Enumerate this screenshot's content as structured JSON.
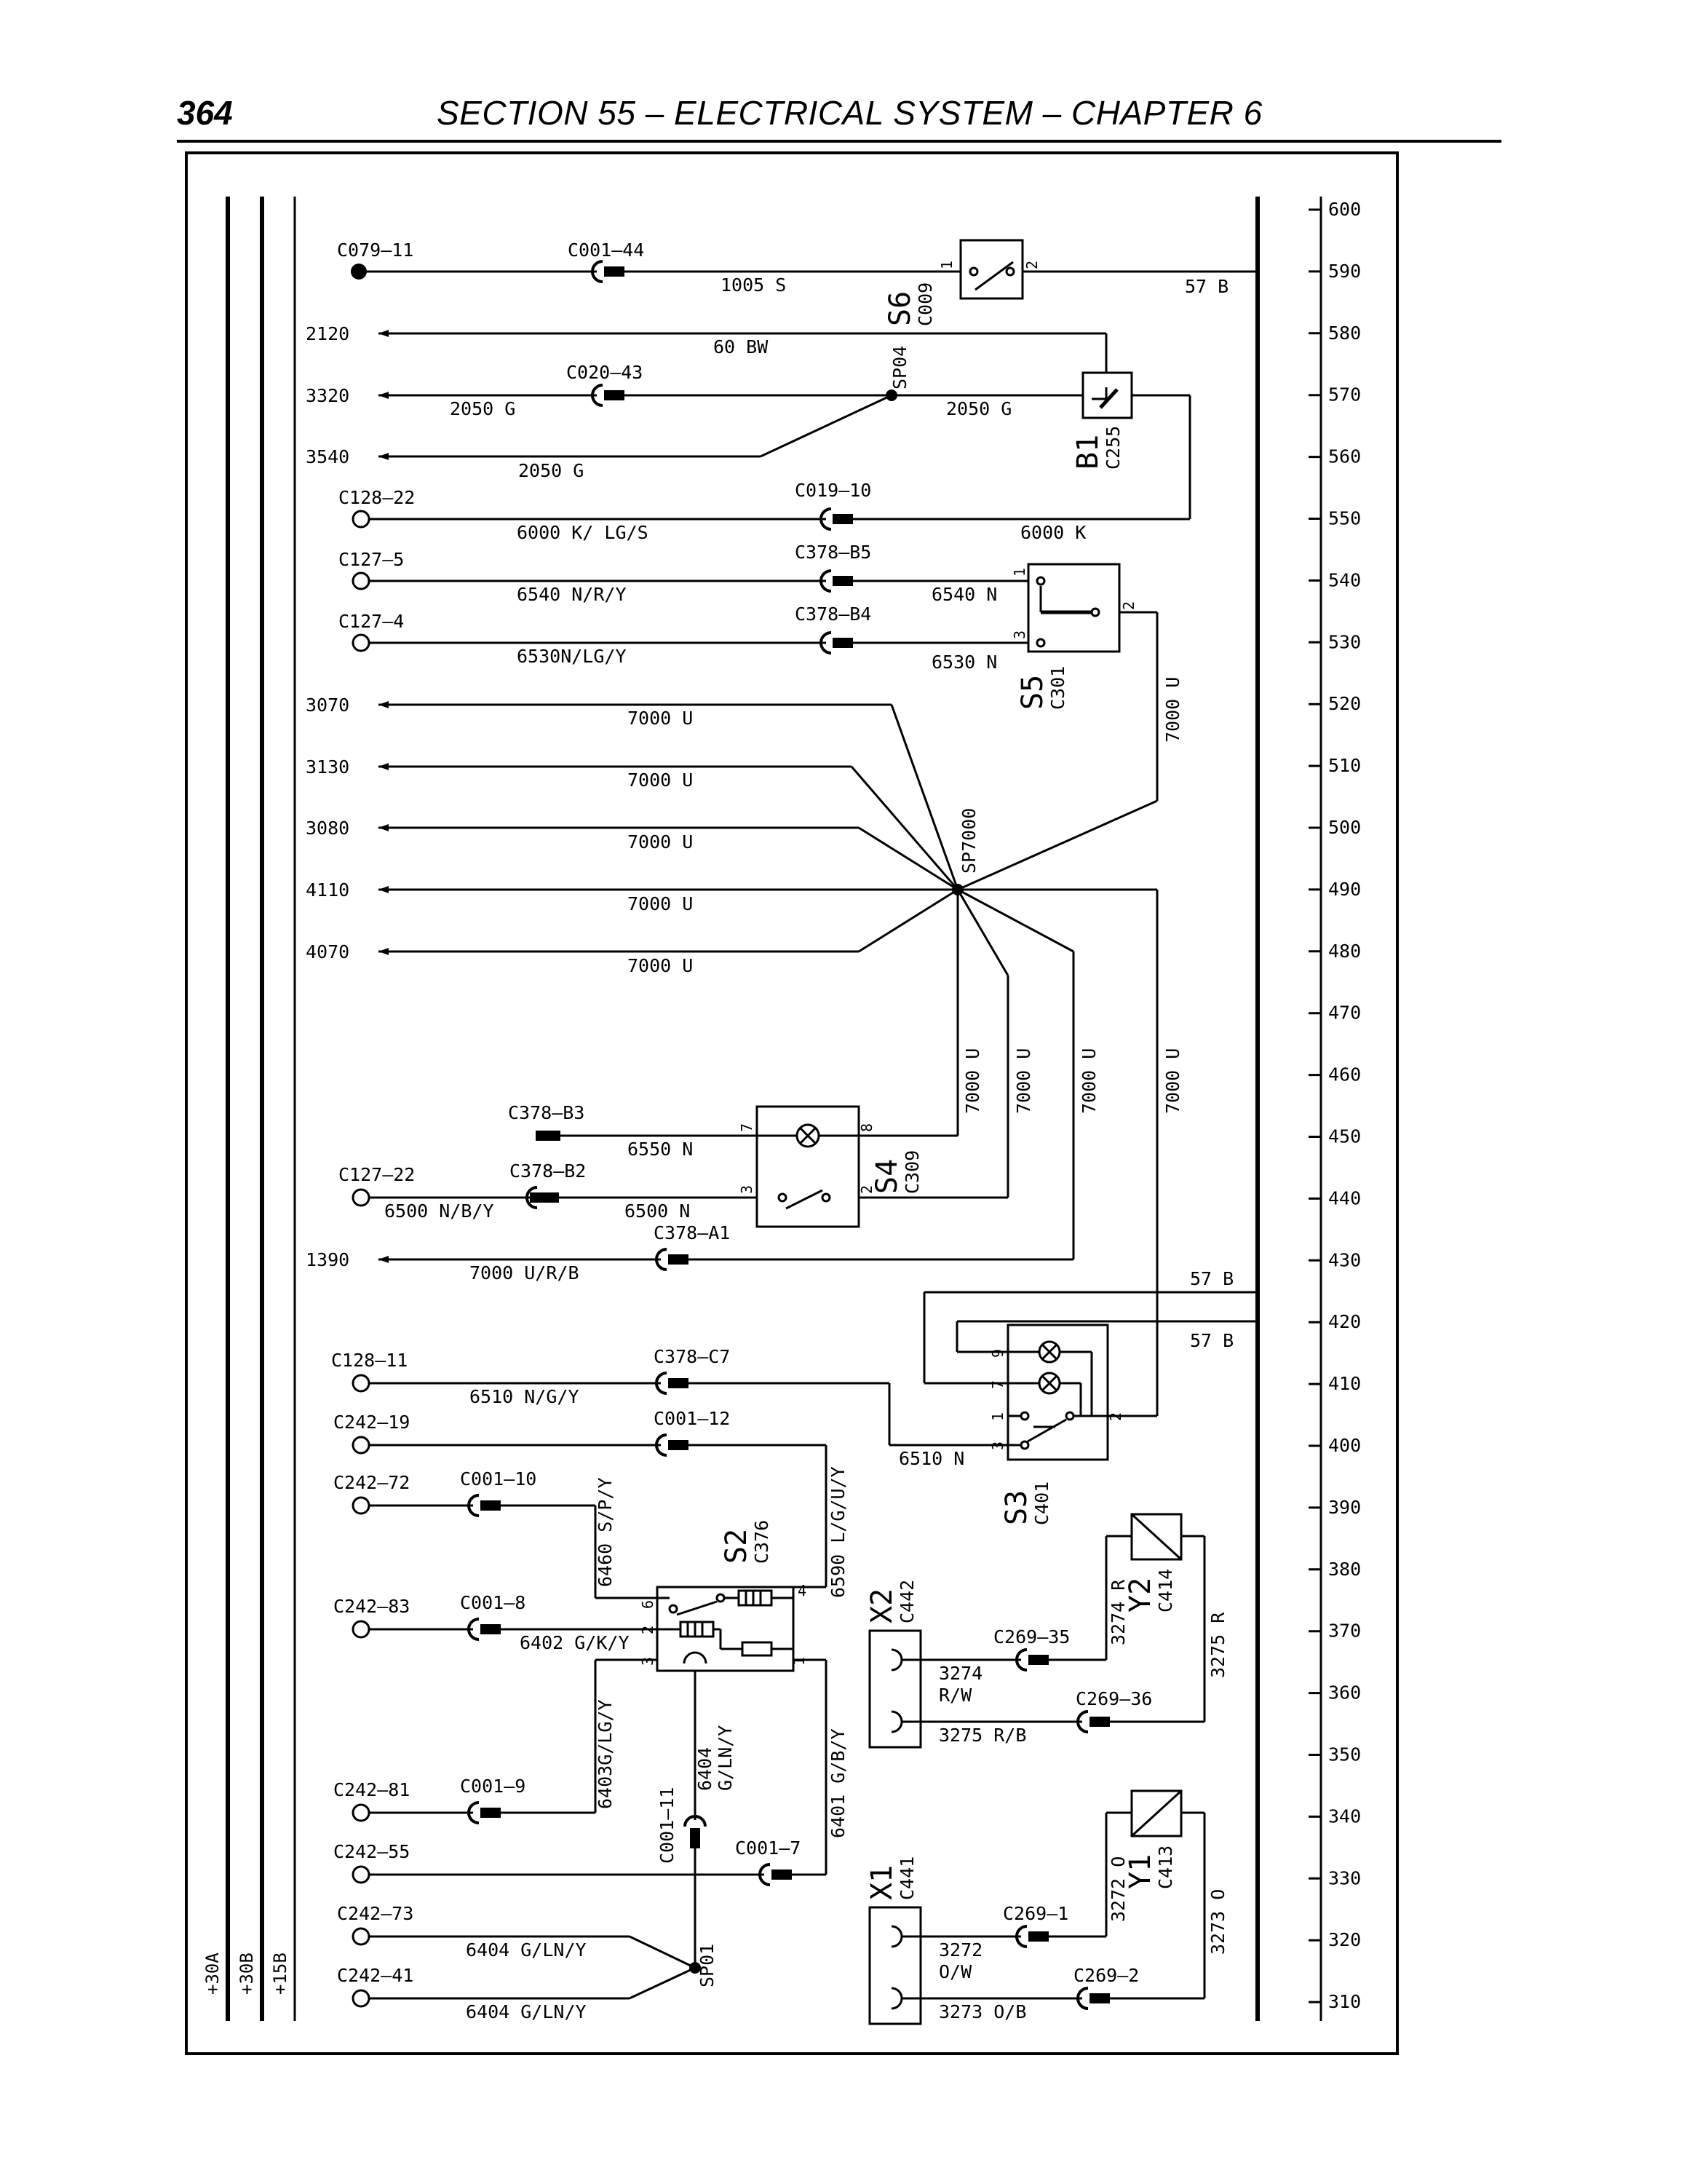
{
  "header": {
    "page_number": "364",
    "title": "SECTION 55 – ELECTRICAL SYSTEM – CHAPTER 6"
  },
  "rails": [
    "+30A",
    "+30B",
    "+15B"
  ],
  "scale_ticks": [
    "600",
    "590",
    "580",
    "570",
    "560",
    "550",
    "540",
    "530",
    "520",
    "510",
    "500",
    "490",
    "480",
    "470",
    "460",
    "450",
    "440",
    "430",
    "420",
    "410",
    "400",
    "390",
    "380",
    "370",
    "360",
    "350",
    "340",
    "330",
    "320",
    "310"
  ],
  "refs": {
    "r2120": "2120",
    "r3320": "3320",
    "r3540": "3540",
    "r3070": "3070",
    "r3130": "3130",
    "r3080": "3080",
    "r4110": "4110",
    "r4070": "4070",
    "r1390": "1390"
  },
  "connectors": {
    "c079_11": "C079–11",
    "c001_44": "C001–44",
    "c020_43": "C020–43",
    "c128_22": "C128–22",
    "c019_10": "C019–10",
    "c127_5": "C127–5",
    "c378_b5": "C378–B5",
    "c127_4": "C127–4",
    "c378_b4": "C378–B4",
    "c378_b3": "C378–B3",
    "c127_22": "C127–22",
    "c378_b2": "C378–B2",
    "c378_a1": "C378–A1",
    "c128_11": "C128–11",
    "c378_c7": "C378–C7",
    "c242_19": "C242–19",
    "c001_12": "C001–12",
    "c242_72": "C242–72",
    "c001_10": "C001–10",
    "c242_83": "C242–83",
    "c001_8": "C001–8",
    "c242_81": "C242–81",
    "c001_9": "C001–9",
    "c242_55": "C242–55",
    "c001_7": "C001–7",
    "c001_11": "C001–11",
    "c242_73": "C242–73",
    "c242_41": "C242–41",
    "c269_35": "C269–35",
    "c269_36": "C269–36",
    "c269_1": "C269–1",
    "c269_2": "C269–2"
  },
  "wires": {
    "w1005s": "1005 S",
    "w57b_top": "57 B",
    "w60bw": "60 BW",
    "w2050g_a": "2050 G",
    "w2050g_b": "2050 G",
    "w2050g_c": "2050 G",
    "w6000k_lgs": "6000 K/ LG/S",
    "w6000k": "6000 K",
    "w6540nry": "6540 N/R/Y",
    "w6540n": "6540 N",
    "w6530nlgy": "6530N/LG/Y",
    "w6530n": "6530 N",
    "w7000u_1": "7000 U",
    "w7000u_2": "7000 U",
    "w7000u_3": "7000 U",
    "w7000u_4": "7000 U",
    "w7000u_5": "7000 U",
    "w7000u_v1": "7000 U",
    "w7000u_v2": "7000 U",
    "w7000u_v3": "7000 U",
    "w7000u_v4": "7000 U",
    "w7000u_v5": "7000 U",
    "w6550n": "6550 N",
    "w6500nby": "6500 N/B/Y",
    "w6500n": "6500 N",
    "w7000urb": "7000 U/R/B",
    "w57b_a": "57 B",
    "w57b_b": "57 B",
    "w6510ngy": "6510 N/G/Y",
    "w6510n": "6510 N",
    "w6590": "6590 L/G/U/Y",
    "w6460": "6460 S/P/Y",
    "w6402": "6402 G/K/Y",
    "w6403": "6403G/LG/Y",
    "w6404_a": "6404",
    "w6404_b": "G/LN/Y",
    "w6401": "6401 G/B/Y",
    "w6404_c": "6404 G/LN/Y",
    "w6404_d": "6404 G/LN/Y",
    "w3274_a": "3274",
    "w3274_b": "R/W",
    "w3275rb": "3275 R/B",
    "w3274r": "3274 R",
    "w3275r": "3275 R",
    "w3272_a": "3272",
    "w3272_b": "O/W",
    "w3273ob": "3273 O/B",
    "w3272o": "3272 O",
    "w3273o": "3273 O"
  },
  "components": {
    "s6": "S6",
    "c009": "C009",
    "sp04": "SP04",
    "b1": "B1",
    "c255": "C255",
    "s5": "S5",
    "c301": "C301",
    "sp7000": "SP7000",
    "s4": "S4",
    "c309": "C309",
    "s3": "S3",
    "c401": "C401",
    "s2": "S2",
    "c376": "C376",
    "x2": "X2",
    "c442": "C442",
    "y2": "Y2",
    "c414": "C414",
    "x1": "X1",
    "c441": "C441",
    "y1": "Y1",
    "c413": "C413",
    "sp01": "SP01"
  },
  "pins": {
    "s6_1": "1",
    "s6_2": "2",
    "s5_1": "1",
    "s5_3": "3",
    "s5_2": "2",
    "s4_7": "7",
    "s4_8": "8",
    "s4_3": "3",
    "s4_2": "2",
    "s3_9": "9",
    "s3_7": "7",
    "s3_1": "1",
    "s3_3": "3",
    "s3_2": "2",
    "s2_6": "6",
    "s2_4": "4",
    "s2_2": "2",
    "s2_3": "3",
    "s2_1": "1"
  }
}
